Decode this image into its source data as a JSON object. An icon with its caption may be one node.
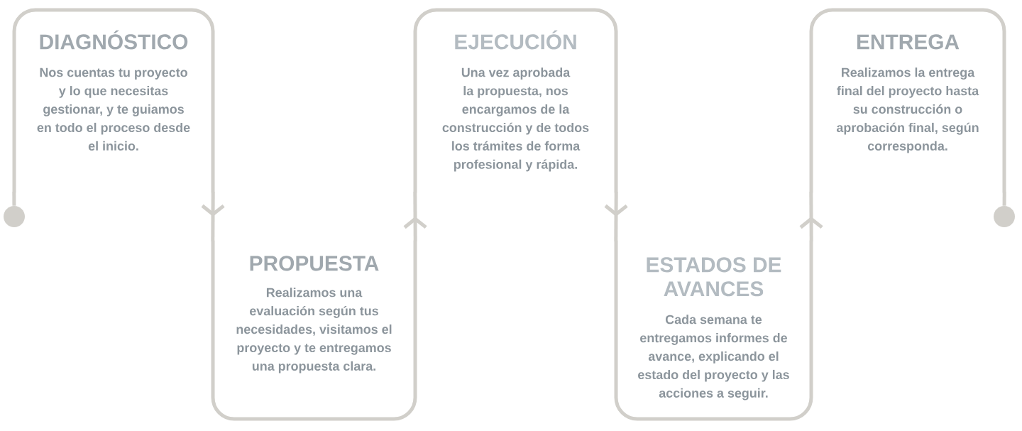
{
  "diagram": {
    "nodes": [
      {
        "text": [],
        "shape": "circle"
      },
      {
        "text": [
          "DIAGNÓSTICO",
          "Nos cuentas tu proyecto y lo que necesitas gestionar, y te guiamos en todo el proceso desde el inicio."
        ]
      },
      {
        "text": [
          "PROPUESTA",
          "Realizamos una evaluación según tus necesidades, visitamos el proyecto y te entregamos una propuesta clara."
        ]
      },
      {
        "text": [
          "EJECUCIÓN",
          "Una vez aprobada la propuesta, nos encargamos de la construcción y de todos los trámites de forma profesional y rápida."
        ]
      },
      {
        "text": [
          "ESTADOS DE AVANCES",
          "Cada semana te entregamos informes de avance, explicando el estado del proyecto y las acciones a seguir."
        ]
      },
      {
        "text": [
          "ENTREGA",
          "Realizamos la entrega final del proyecto hasta su construcción o aprobación final, según corresponda."
        ]
      },
      {
        "text": [],
        "shape": "circle"
      }
    ],
    "edges": [
      {
        "from": 0,
        "to": 1,
        "arrow": "none"
      },
      {
        "from": 1,
        "to": 2,
        "arrow": "to"
      },
      {
        "from": 2,
        "to": 3,
        "arrow": "to"
      },
      {
        "from": 3,
        "to": 4,
        "arrow": "to"
      },
      {
        "from": 4,
        "to": 5,
        "arrow": "to"
      },
      {
        "from": 5,
        "to": 6,
        "arrow": "none"
      }
    ]
  }
}
